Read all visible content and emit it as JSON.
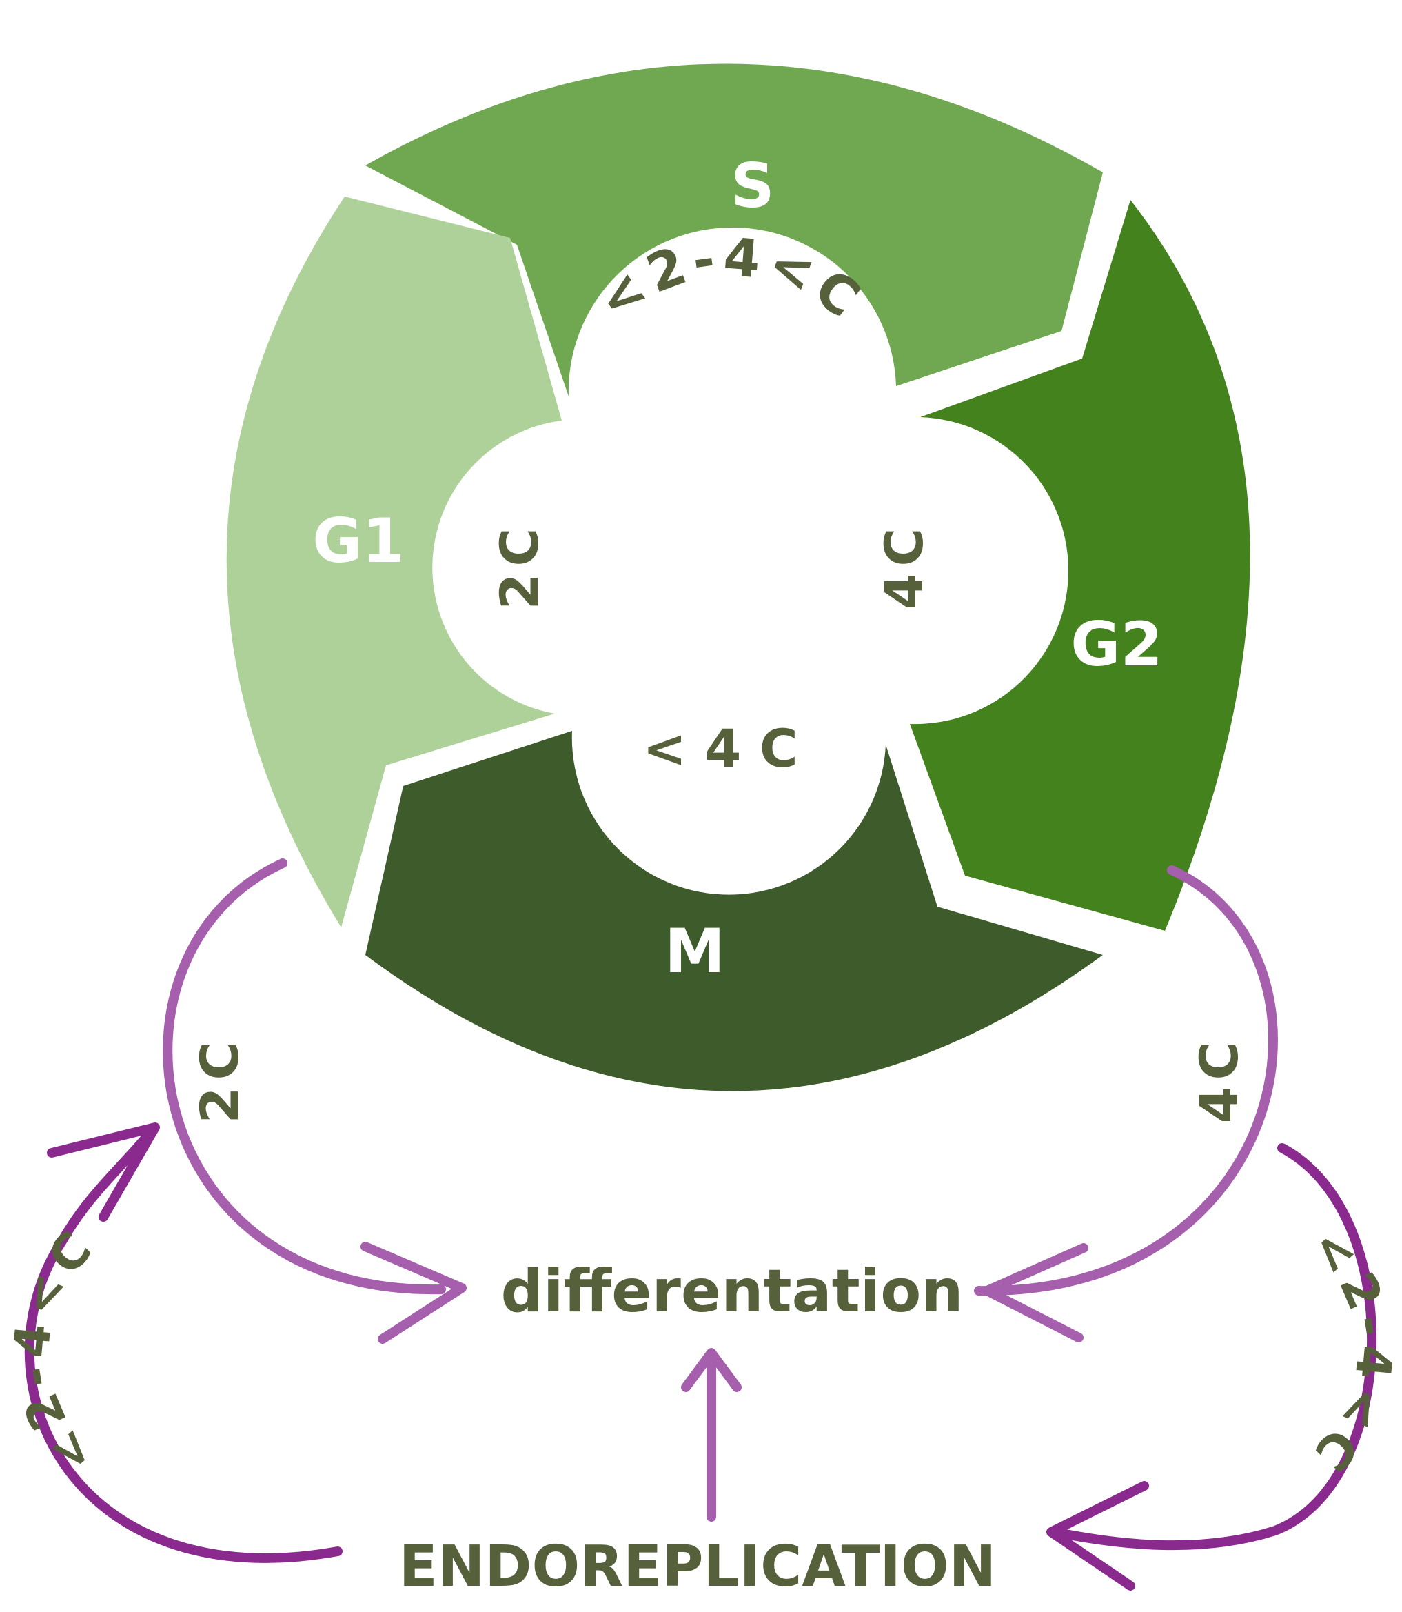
{
  "phases": {
    "s": {
      "label": "S",
      "color": "#6fa850"
    },
    "g1": {
      "label": "G1",
      "color": "#aed19a"
    },
    "g2": {
      "label": "G2",
      "color": "#43821d"
    },
    "m": {
      "label": "M",
      "color": "#3e5b2c"
    }
  },
  "content_labels": {
    "s_inner": "<2-4<C",
    "g1_inner": "2C",
    "g2_inner": "4C",
    "m_inner": "< 4 C",
    "left_exit": "2C",
    "right_exit": "4C",
    "left_endo_loop": "<2-4<C",
    "right_endo_loop": "<2-4<C"
  },
  "differentiation_label": "differentation",
  "endoreplication_label": "ENDOREPLICATION",
  "colors": {
    "text": "#56603a",
    "light_purple": "#a55fac",
    "dark_purple": "#8b2a8e"
  }
}
